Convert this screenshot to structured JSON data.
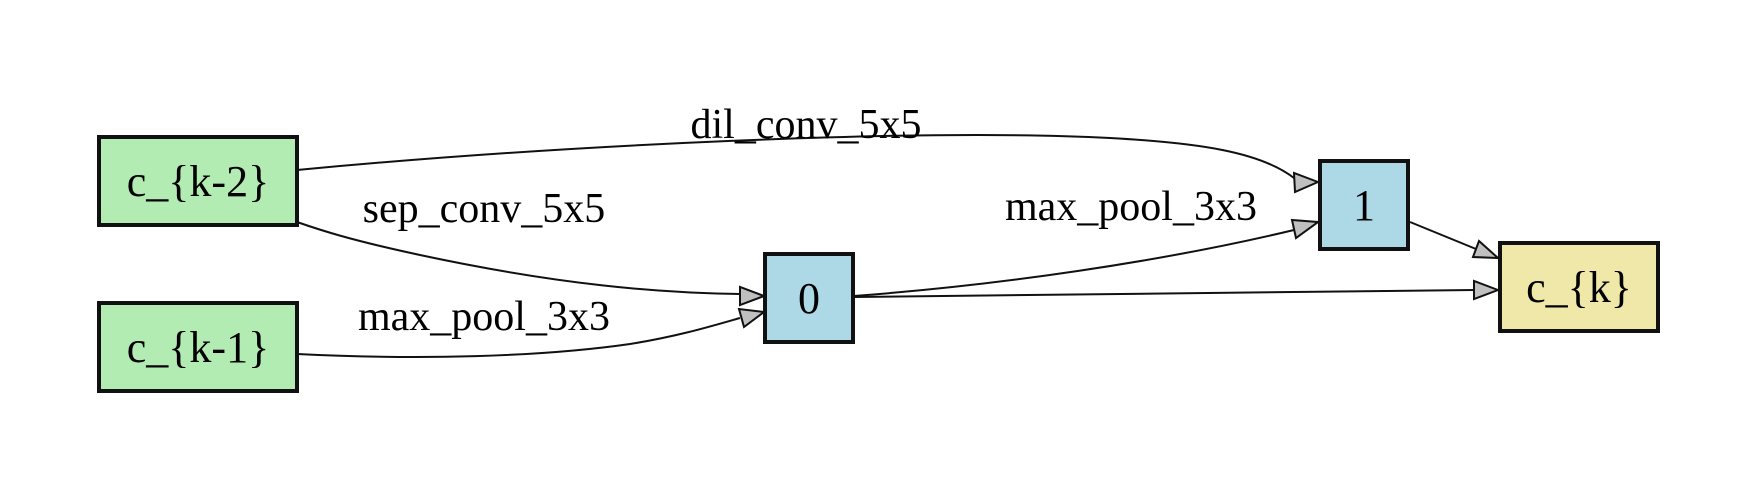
{
  "colors": {
    "input_node": "#b3ecb3",
    "intermediate_node": "#add8e6",
    "output_node": "#f0e8a8",
    "arrowhead": "#c0c0c0"
  },
  "nodes": {
    "ck2": {
      "label": "c_{k-2}"
    },
    "ck1": {
      "label": "c_{k-1}"
    },
    "n0": {
      "label": "0"
    },
    "n1": {
      "label": "1"
    },
    "ck": {
      "label": "c_{k}"
    }
  },
  "edges": {
    "ck2_to_1": {
      "from": "c_{k-2}",
      "to": "1",
      "label": "dil_conv_5x5"
    },
    "ck2_to_0": {
      "from": "c_{k-2}",
      "to": "0",
      "label": "sep_conv_5x5"
    },
    "ck1_to_0": {
      "from": "c_{k-1}",
      "to": "0",
      "label": "max_pool_3x3"
    },
    "n0_to_1": {
      "from": "0",
      "to": "1",
      "label": "max_pool_3x3"
    },
    "n1_to_ck": {
      "from": "1",
      "to": "c_{k}",
      "label": ""
    },
    "n0_to_ck": {
      "from": "0",
      "to": "c_{k}",
      "label": ""
    }
  }
}
